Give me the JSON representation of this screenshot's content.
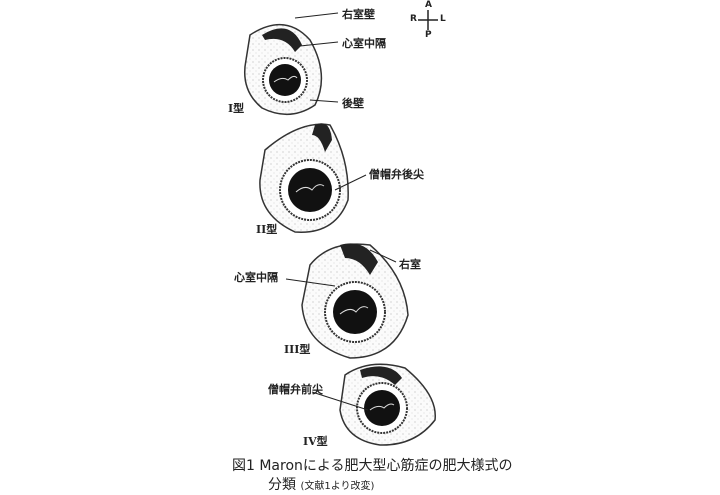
{
  "figure": {
    "caption_line1": "図1 Maronによる肥大型心筋症の肥大様式の",
    "caption_line2": "分類",
    "caption_note": "(文献1より改変)"
  },
  "compass": {
    "anterior": "A",
    "posterior": "P",
    "right": "R",
    "left": "L"
  },
  "panels": [
    {
      "type_label": "I型",
      "labels": [
        "右室壁",
        "心室中隔",
        "後壁"
      ]
    },
    {
      "type_label": "II型",
      "labels": [
        "僧帽弁後尖"
      ]
    },
    {
      "type_label": "III型",
      "labels": [
        "右室",
        "心室中隔"
      ]
    },
    {
      "type_label": "IV型",
      "labels": [
        "僧帽弁前尖"
      ]
    }
  ]
}
